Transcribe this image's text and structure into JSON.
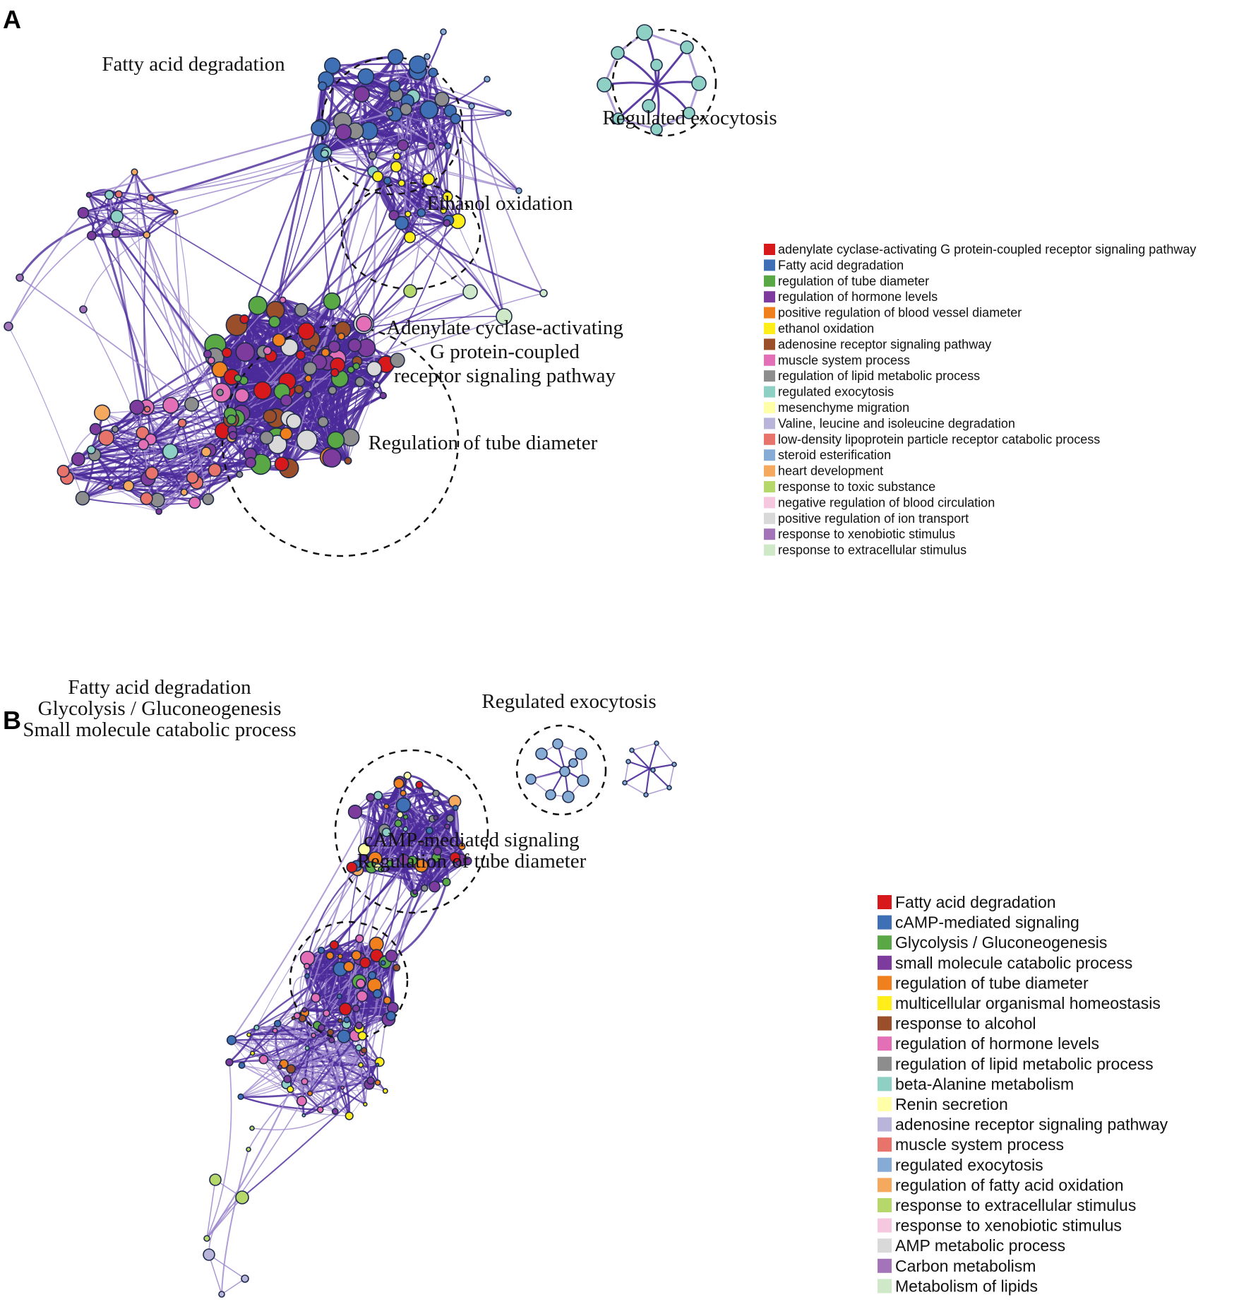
{
  "panels": [
    {
      "letter": "A",
      "cluster_labels": [
        {
          "lines": [
            "Fatty acid degradation"
          ]
        },
        {
          "lines": [
            "Regulated exocytosis"
          ]
        },
        {
          "lines": [
            "Ethanol oxidation"
          ]
        },
        {
          "lines": [
            "Adenylate cyclase-activating",
            "G protein-coupled",
            "receptor signaling pathway"
          ]
        },
        {
          "lines": [
            "Regulation of tube diameter"
          ]
        }
      ],
      "legend": [
        {
          "label": "adenylate cyclase-activating G protein-coupled receptor signaling pathway",
          "color": "#d7191c"
        },
        {
          "label": "Fatty acid degradation",
          "color": "#3f6fb5"
        },
        {
          "label": "regulation of tube diameter",
          "color": "#5aa845"
        },
        {
          "label": "regulation of hormone levels",
          "color": "#7d3b9e"
        },
        {
          "label": "positive regulation of blood vessel diameter",
          "color": "#f07f1e"
        },
        {
          "label": "ethanol oxidation",
          "color": "#ffee1a"
        },
        {
          "label": "adenosine receptor signaling pathway",
          "color": "#9a4f2a"
        },
        {
          "label": "muscle system process",
          "color": "#e36fb6"
        },
        {
          "label": "regulation of lipid metabolic process",
          "color": "#8d8d8d"
        },
        {
          "label": "regulated exocytosis",
          "color": "#8ed0c4"
        },
        {
          "label": "mesenchyme migration",
          "color": "#ffffa8"
        },
        {
          "label": "Valine, leucine and isoleucine degradation",
          "color": "#b9b5da"
        },
        {
          "label": "low-density lipoprotein particle receptor catabolic process",
          "color": "#e8736a"
        },
        {
          "label": "steroid esterification",
          "color": "#86acd5"
        },
        {
          "label": "heart development",
          "color": "#f4a95e"
        },
        {
          "label": "response to toxic substance",
          "color": "#b6d86a"
        },
        {
          "label": "negative regulation of blood circulation",
          "color": "#f6c8df"
        },
        {
          "label": "positive regulation of ion transport",
          "color": "#d9d9d9"
        },
        {
          "label": "response to xenobiotic stimulus",
          "color": "#a374b8"
        },
        {
          "label": "response to extracellular stimulus",
          "color": "#cfe8c8"
        }
      ]
    },
    {
      "letter": "B",
      "cluster_labels": [
        {
          "lines": [
            "Fatty acid degradation",
            "Glycolysis / Gluconeogenesis",
            "Small molecule catabolic process"
          ]
        },
        {
          "lines": [
            "Regulated exocytosis"
          ]
        },
        {
          "lines": [
            "cAMP-mediated signaling",
            "Regulation of tube diameter"
          ]
        }
      ],
      "legend": [
        {
          "label": "Fatty acid degradation",
          "color": "#d7191c"
        },
        {
          "label": "cAMP-mediated signaling",
          "color": "#3f6fb5"
        },
        {
          "label": "Glycolysis / Gluconeogenesis",
          "color": "#5aa845"
        },
        {
          "label": "small molecule catabolic process",
          "color": "#7d3b9e"
        },
        {
          "label": "regulation of tube diameter",
          "color": "#f07f1e"
        },
        {
          "label": "multicellular organismal homeostasis",
          "color": "#ffee1a"
        },
        {
          "label": "response to alcohol",
          "color": "#9a4f2a"
        },
        {
          "label": "regulation of hormone levels",
          "color": "#e36fb6"
        },
        {
          "label": "regulation of lipid metabolic process",
          "color": "#8d8d8d"
        },
        {
          "label": "beta-Alanine metabolism",
          "color": "#8ed0c4"
        },
        {
          "label": "Renin secretion",
          "color": "#ffffa8"
        },
        {
          "label": "adenosine receptor signaling pathway",
          "color": "#b9b5da"
        },
        {
          "label": "muscle system process",
          "color": "#e8736a"
        },
        {
          "label": "regulated exocytosis",
          "color": "#86acd5"
        },
        {
          "label": "regulation of fatty acid oxidation",
          "color": "#f4a95e"
        },
        {
          "label": "response to extracellular stimulus",
          "color": "#b6d86a"
        },
        {
          "label": "response to xenobiotic stimulus",
          "color": "#f6c8df"
        },
        {
          "label": "AMP metabolic process",
          "color": "#d9d9d9"
        },
        {
          "label": "Carbon metabolism",
          "color": "#a374b8"
        },
        {
          "label": "Metabolism of lipids",
          "color": "#cfe8c8"
        }
      ]
    }
  ],
  "edge_colors": {
    "strong": "#4b2a9a",
    "weak": "#9b86cc"
  }
}
